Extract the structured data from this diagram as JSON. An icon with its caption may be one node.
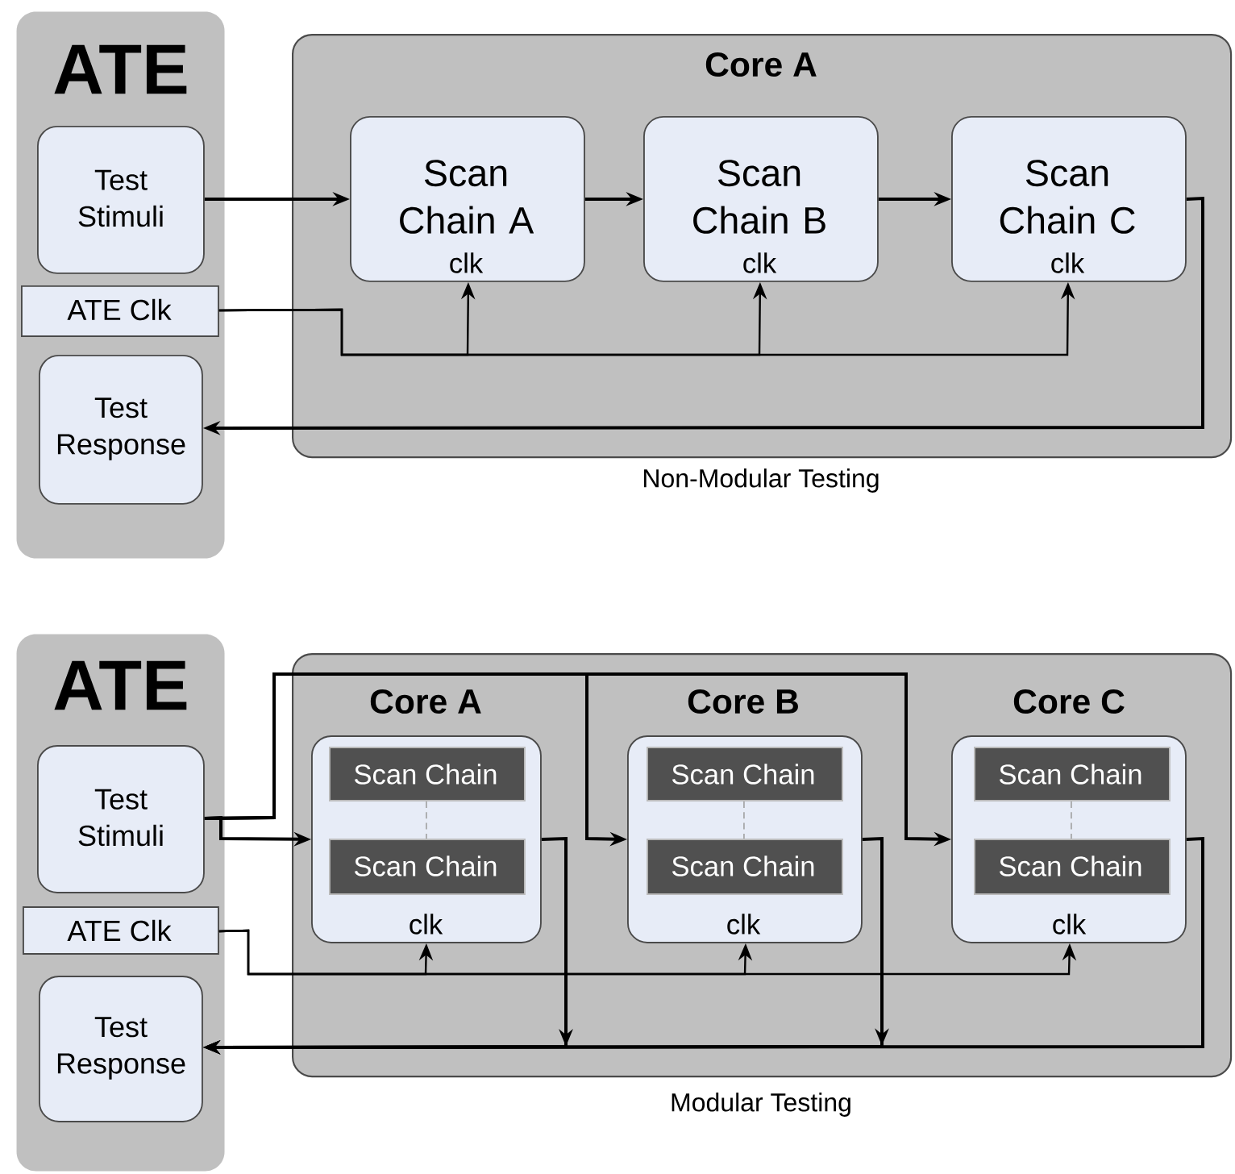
{
  "diagram": {
    "nodes": [
      {
        "text": [
          "ATE"
        ]
      },
      {
        "text": [
          "Test Stimuli"
        ],
        "in": 0
      },
      {
        "text": [
          "ATE Clk"
        ],
        "in": 0
      },
      {
        "text": [
          "Test Response"
        ],
        "in": 0
      },
      {
        "text": [
          "Core A"
        ]
      },
      {
        "text": [
          "Scan Chain A",
          "clk"
        ],
        "in": 4
      },
      {
        "text": [
          "Scan Chain B",
          "clk"
        ],
        "in": 4
      },
      {
        "text": [
          "Scan Chain C",
          "clk"
        ],
        "in": 4
      },
      {
        "text": [
          "ATE"
        ]
      },
      {
        "text": [
          "Test Stimuli"
        ],
        "in": 8
      },
      {
        "text": [
          "ATE Clk"
        ],
        "in": 8
      },
      {
        "text": [
          "Test Response"
        ],
        "in": 8
      },
      {
        "text": [],
        "shape": "box"
      },
      {
        "text": [
          "Core A",
          "clk"
        ],
        "in": 12
      },
      {
        "text": [
          "Scan Chain"
        ],
        "in": 13
      },
      {
        "text": [
          "Scan Chain"
        ],
        "in": 13
      },
      {
        "text": [
          "Core B",
          "clk"
        ],
        "in": 12
      },
      {
        "text": [
          "Scan Chain"
        ],
        "in": 16
      },
      {
        "text": [
          "Scan Chain"
        ],
        "in": 16
      },
      {
        "text": [
          "Core C",
          "clk"
        ],
        "in": 12
      },
      {
        "text": [
          "Scan Chain"
        ],
        "in": 19
      },
      {
        "text": [
          "Scan Chain"
        ],
        "in": 19
      }
    ],
    "edges": [
      {
        "from": 1,
        "to": 5,
        "arrow": "to"
      },
      {
        "from": 5,
        "to": 6,
        "arrow": "to"
      },
      {
        "from": 6,
        "to": 7,
        "arrow": "to"
      },
      {
        "from": 7,
        "to": 3,
        "arrow": "to"
      },
      {
        "from": 2,
        "to": 5,
        "arrow": "to"
      },
      {
        "from": 2,
        "to": 6,
        "arrow": "to"
      },
      {
        "from": 2,
        "to": 7,
        "arrow": "to"
      },
      {
        "from": 9,
        "to": 13,
        "arrow": "to"
      },
      {
        "from": 9,
        "to": 16,
        "arrow": "to"
      },
      {
        "from": 9,
        "to": 19,
        "arrow": "to"
      },
      {
        "from": 13,
        "to": 11,
        "arrow": "to"
      },
      {
        "from": 16,
        "to": 11,
        "arrow": "to"
      },
      {
        "from": 19,
        "to": 11,
        "arrow": "to"
      },
      {
        "from": 10,
        "to": 13,
        "arrow": "to"
      },
      {
        "from": 10,
        "to": 16,
        "arrow": "to"
      },
      {
        "from": 10,
        "to": 19,
        "arrow": "to"
      },
      {
        "from": 14,
        "to": 15,
        "arrow": "none",
        "style": "dashed",
        "color": "#a0a0a0"
      },
      {
        "from": 17,
        "to": 18,
        "arrow": "none",
        "style": "dashed",
        "color": "#a0a0a0"
      },
      {
        "from": 20,
        "to": 21,
        "arrow": "none",
        "style": "dashed",
        "color": "#a0a0a0"
      }
    ],
    "labels": [
      "Non-Modular Testing",
      "Modular Testing"
    ]
  }
}
